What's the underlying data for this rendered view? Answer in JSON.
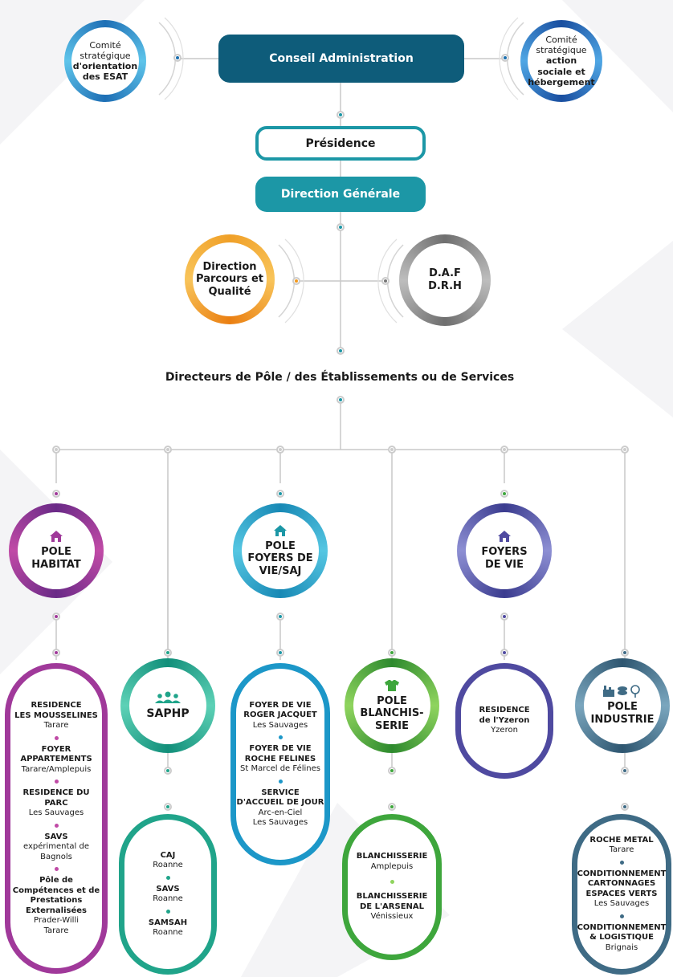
{
  "colors": {
    "navy": "#0e5c7a",
    "teal": "#1c97a6",
    "blue": "#2a7fc0",
    "orange": "#f39a1e",
    "grey": "#8a8a8a",
    "magenta": "#a0399a",
    "violet": "#4f4aa0",
    "green": "#3ea63c",
    "steel": "#3f6b85",
    "sea": "#20a48a"
  },
  "top": {
    "conseil": "Conseil Administration",
    "presidence": "Présidence",
    "direction_generale": "Direction Générale",
    "comite_left": [
      "Comité",
      "stratégique",
      "d'orientation",
      "des ESAT"
    ],
    "comite_right": [
      "Comité",
      "stratégique",
      "action sociale et",
      "hébergement"
    ],
    "direction_parcours": [
      "Direction",
      "Parcours et",
      "Qualité"
    ],
    "daf": [
      "D.A.F",
      "D.R.H"
    ],
    "directeurs": "Directeurs de Pôle / des Établissements ou de Services"
  },
  "poles": {
    "habitat": [
      "POLE",
      "HABITAT"
    ],
    "foyers_vie_saj": [
      "POLE",
      "FOYERS DE",
      "VIE/SAJ"
    ],
    "foyers_vie": [
      "FOYERS",
      "DE VIE"
    ],
    "saphp": "SAPHP",
    "blanchisserie": [
      "POLE",
      "BLANCHIS-",
      "SERIE"
    ],
    "industrie": [
      "POLE",
      "INDUSTRIE"
    ]
  },
  "lists": {
    "habitat": [
      {
        "name": [
          "RESIDENCE",
          "LES MOUSSELINES"
        ],
        "loc": [
          "Tarare"
        ]
      },
      {
        "name": [
          "FOYER",
          "APPARTEMENTS"
        ],
        "loc": [
          "Tarare/Amplepuis"
        ]
      },
      {
        "name": [
          "RESIDENCE DU PARC"
        ],
        "loc": [
          "Les Sauvages"
        ]
      },
      {
        "name": [
          "SAVS"
        ],
        "loc": [
          "expérimental de",
          "Bagnols"
        ]
      },
      {
        "name": [
          "Pôle de",
          "Compétences et de",
          "Prestations",
          "Externalisées"
        ],
        "loc": [
          "Prader-Willi",
          "Tarare"
        ]
      }
    ],
    "saphp": [
      {
        "name": [
          "CAJ"
        ],
        "loc": [
          "Roanne"
        ]
      },
      {
        "name": [
          "SAVS"
        ],
        "loc": [
          "Roanne"
        ]
      },
      {
        "name": [
          "SAMSAH"
        ],
        "loc": [
          "Roanne"
        ]
      }
    ],
    "foyers_vie_saj": [
      {
        "name": [
          "FOYER DE VIE",
          "ROGER JACQUET"
        ],
        "loc": [
          "Les Sauvages"
        ]
      },
      {
        "name": [
          "FOYER DE VIE",
          "ROCHE FELINES"
        ],
        "loc": [
          "St Marcel de Félines"
        ]
      },
      {
        "name": [
          "SERVICE",
          "D'ACCUEIL DE JOUR"
        ],
        "loc": [
          "Arc-en-Ciel",
          "Les Sauvages"
        ]
      }
    ],
    "blanchisserie": [
      {
        "name": [
          "BLANCHISSERIE"
        ],
        "loc": [
          "Amplepuis"
        ]
      },
      {
        "name": [
          "BLANCHISSERIE",
          "DE L'ARSENAL"
        ],
        "loc": [
          "Vénissieux"
        ]
      }
    ],
    "foyers_vie": [
      {
        "name": [
          "RESIDENCE",
          "de l'Yzeron"
        ],
        "loc": [
          "Yzeron"
        ]
      }
    ],
    "industrie": [
      {
        "name": [
          "ROCHE METAL"
        ],
        "loc": [
          "Tarare"
        ]
      },
      {
        "name": [
          "CONDITIONNEMENT",
          "CARTONNAGES",
          "ESPACES VERTS"
        ],
        "loc": [
          "Les Sauvages"
        ]
      },
      {
        "name": [
          "CONDITIONNEMENT",
          "& LOGISTIQUE"
        ],
        "loc": [
          "Brignais"
        ]
      }
    ]
  },
  "icons": {
    "house": "house-icon",
    "people": "people-group-icon",
    "shirt": "tshirt-icon",
    "industry": "industry-icons"
  }
}
